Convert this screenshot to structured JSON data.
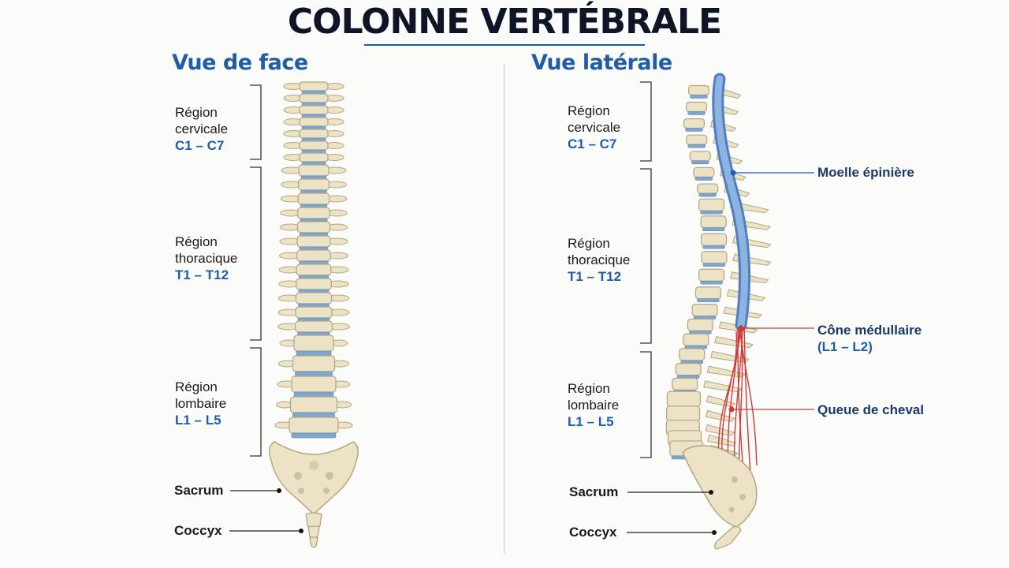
{
  "title": "COLONNE VERTÉBRALE",
  "views": {
    "front": {
      "title": "Vue de face",
      "regions": [
        {
          "name_line1": "Région",
          "name_line2": "cervicale",
          "range": "C1 – C7"
        },
        {
          "name_line1": "Région",
          "name_line2": "thoracique",
          "range": "T1 – T12"
        },
        {
          "name_line1": "Région",
          "name_line2": "lombaire",
          "range": "L1 – L5"
        }
      ],
      "sacrum": "Sacrum",
      "coccyx": "Coccyx"
    },
    "lateral": {
      "title": "Vue latérale",
      "regions": [
        {
          "name_line1": "Région",
          "name_line2": "cervicale",
          "range": "C1 – C7"
        },
        {
          "name_line1": "Région",
          "name_line2": "thoracique",
          "range": "T1 – T12"
        },
        {
          "name_line1": "Région",
          "name_line2": "lombaire",
          "range": "L1 – L5"
        }
      ],
      "sacrum": "Sacrum",
      "coccyx": "Coccyx",
      "callouts": {
        "spinal_cord": "Moelle épinière",
        "conus": "Cône médullaire",
        "conus_range": "(L1 – L2)",
        "cauda": "Queue de cheval"
      }
    }
  },
  "colors": {
    "bone": "#ece2c6",
    "bone_outline": "#b3a57f",
    "disc": "#7fa6cf",
    "cord": "#6f9bd0",
    "nerve": "#cc3b3b",
    "accent": "#1f5ea6"
  }
}
